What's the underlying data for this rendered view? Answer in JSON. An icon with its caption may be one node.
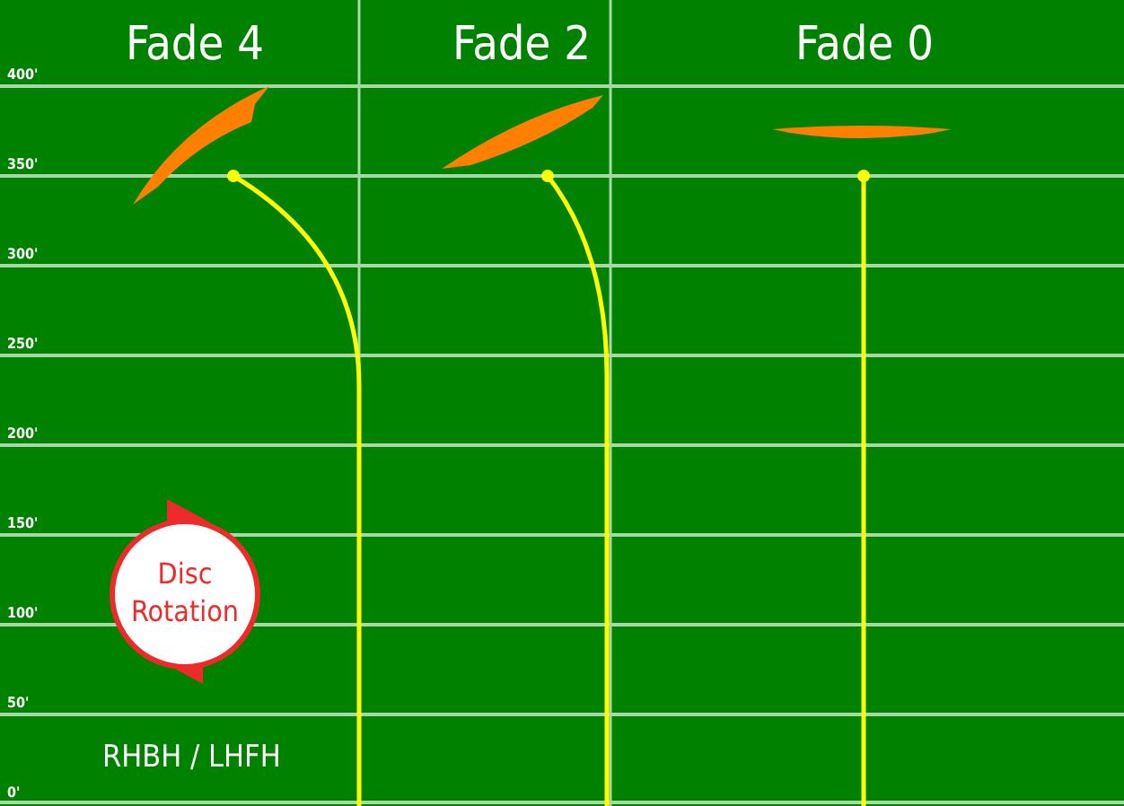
{
  "diagram": {
    "nodes": [
      {
        "text": [
          "Disc Rotation"
        ]
      }
    ],
    "labels": [
      "Fade 4",
      "Fade 2",
      "Fade 0",
      "400'",
      "350'",
      "300'",
      "250'",
      "200'",
      "150'",
      "100'",
      "50'",
      "0'",
      "RHBH / LHFH"
    ]
  }
}
